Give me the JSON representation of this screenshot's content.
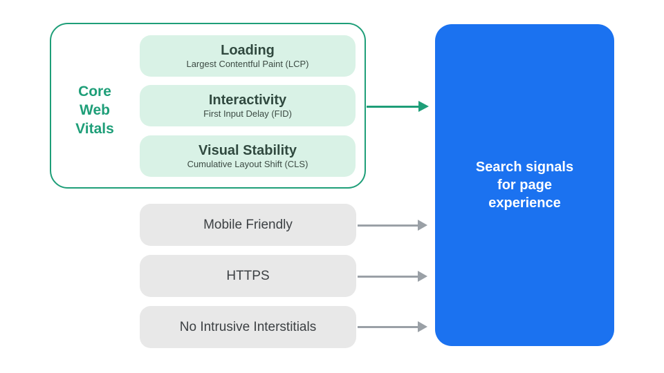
{
  "diagram": {
    "title_semantic": "Core Web Vitals search signals diagram",
    "colors": {
      "green": "#1e9e78",
      "green_light": "#d9f2e6",
      "green_text_dark": "#30493f",
      "blue": "#1b72f0",
      "gray_pill": "#e8e8e8",
      "gray_text": "#3c4043",
      "gray_arrow": "#9aa0a6",
      "white": "#ffffff"
    },
    "core_web_vitals": {
      "label_lines": [
        "Core",
        "Web",
        "Vitals"
      ],
      "items": [
        {
          "title": "Loading",
          "subtitle": "Largest Contentful Paint (LCP)"
        },
        {
          "title": "Interactivity",
          "subtitle": "First Input Delay (FID)"
        },
        {
          "title": "Visual Stability",
          "subtitle": "Cumulative Layout Shift (CLS)"
        }
      ]
    },
    "other_signals": [
      {
        "label": "Mobile Friendly"
      },
      {
        "label": "HTTPS"
      },
      {
        "label": "No Intrusive Interstitials"
      }
    ],
    "result": {
      "label": "Search signals for page experience",
      "label_lines": [
        "Search signals",
        "for page",
        "experience"
      ]
    }
  }
}
